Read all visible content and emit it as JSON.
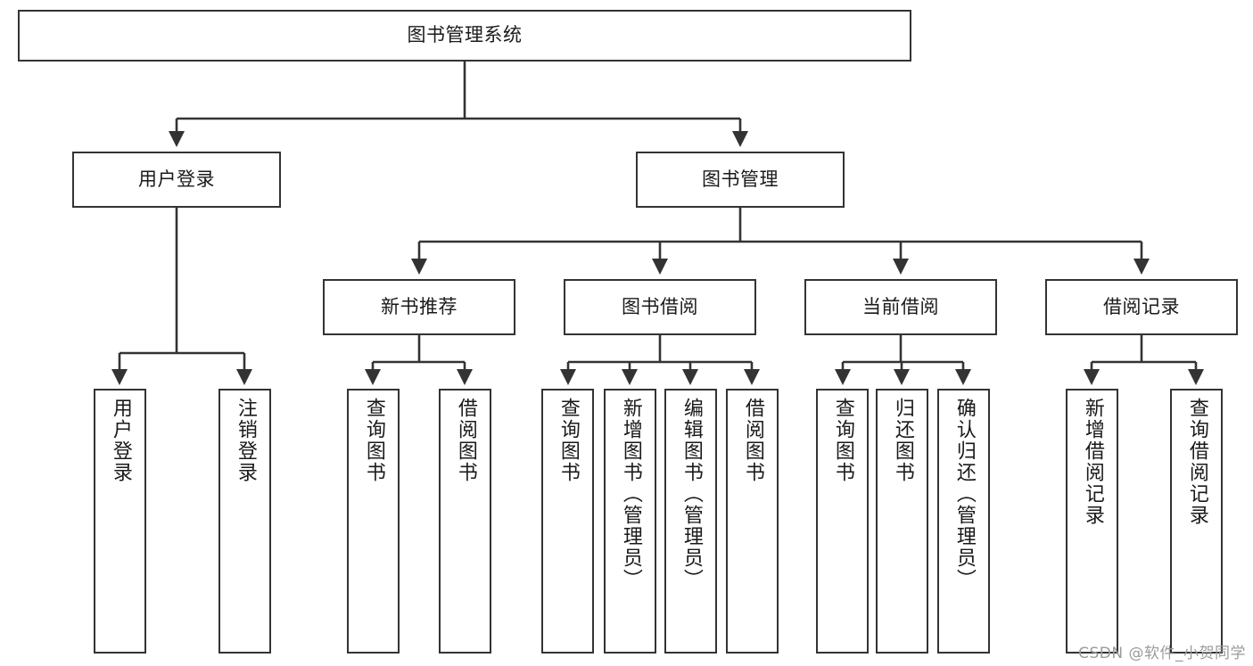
{
  "diagram": {
    "title": "图书管理系统",
    "type": "tree-hierarchy-diagram",
    "colors": {
      "box_border": "#333333",
      "box_fill": "#ffffff",
      "connector": "#333333",
      "text": "#1a1a1a",
      "watermark": "#9b9b9b",
      "background": "#ffffff"
    },
    "root": {
      "label": "图书管理系统"
    },
    "level2": [
      {
        "label": "用户登录"
      },
      {
        "label": "图书管理"
      }
    ],
    "level3": [
      {
        "label": "新书推荐"
      },
      {
        "label": "图书借阅"
      },
      {
        "label": "当前借阅"
      },
      {
        "label": "借阅记录"
      }
    ],
    "leaves": {
      "user_login": [
        {
          "label": "用户登录"
        },
        {
          "label": "注销登录"
        }
      ],
      "new_book_recommend": [
        {
          "label": "查询图书"
        },
        {
          "label": "借阅图书"
        }
      ],
      "book_borrow": [
        {
          "label": "查询图书"
        },
        {
          "label": "新增图书（管理员）"
        },
        {
          "label": "编辑图书（管理员）"
        },
        {
          "label": "借阅图书"
        }
      ],
      "current_borrow": [
        {
          "label": "查询图书"
        },
        {
          "label": "归还图书"
        },
        {
          "label": "确认归还（管理员）"
        }
      ],
      "borrow_record": [
        {
          "label": "新增借阅记录"
        },
        {
          "label": "查询借阅记录"
        }
      ]
    }
  },
  "watermark": {
    "text": "CSDN @软件_小贺同学"
  }
}
